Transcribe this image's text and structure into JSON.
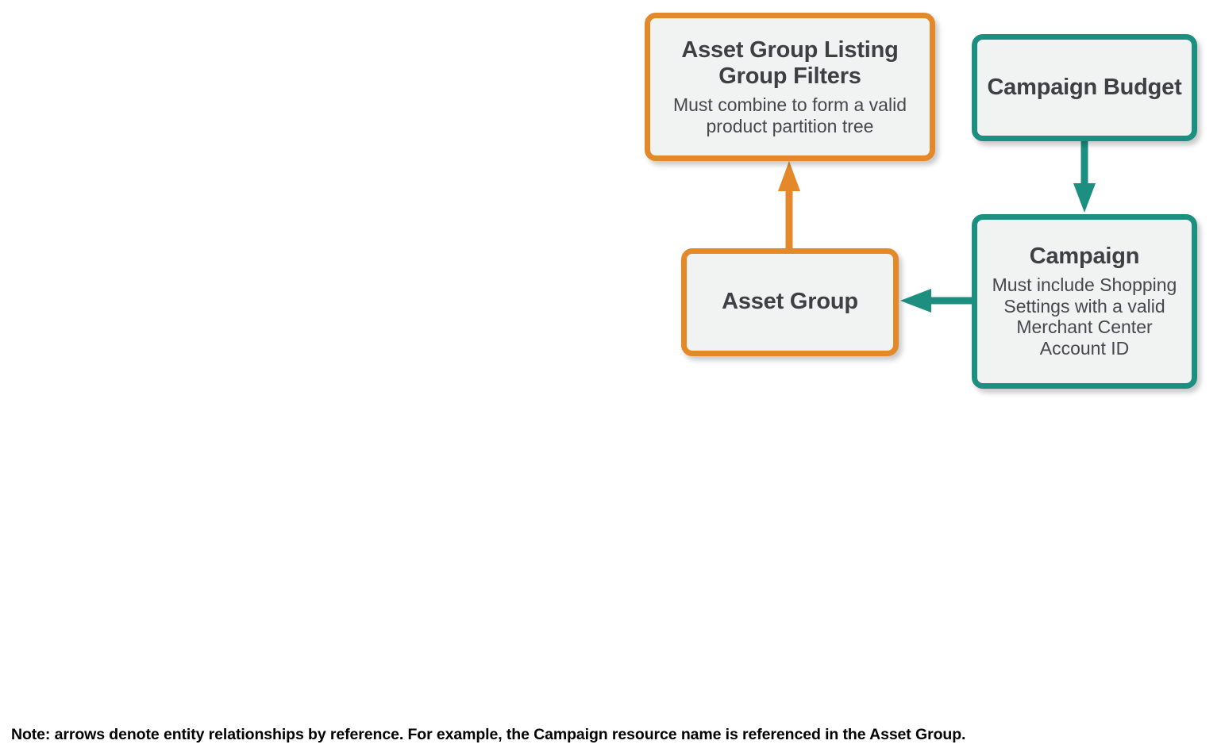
{
  "diagram": {
    "colors": {
      "orange": "#e3892a",
      "teal": "#1d8f80",
      "node_fill": "#f1f3f2",
      "title_text": "#3c4043",
      "sub_text": "#44484b",
      "note_text": "#000000",
      "background": "#ffffff"
    },
    "nodes": [
      {
        "id": "asset-group-listing-group-filters",
        "title": "Asset Group Listing Group Filters",
        "subtitle": "Must combine to form a valid product partition tree",
        "color": "orange"
      },
      {
        "id": "campaign-budget",
        "title": "Campaign Budget",
        "subtitle": "",
        "color": "teal"
      },
      {
        "id": "asset-group",
        "title": "Asset Group",
        "subtitle": "",
        "color": "orange"
      },
      {
        "id": "campaign",
        "title": "Campaign",
        "subtitle": "Must include Shopping Settings with a valid Merchant Center Account ID",
        "color": "teal"
      }
    ],
    "edges": [
      {
        "id": "asset-group-to-listing-group-filters",
        "from": "asset-group",
        "to": "asset-group-listing-group-filters",
        "direction": "up",
        "color": "orange"
      },
      {
        "id": "campaign-budget-to-campaign",
        "from": "campaign-budget",
        "to": "campaign",
        "direction": "down",
        "color": "teal"
      },
      {
        "id": "campaign-to-asset-group",
        "from": "campaign",
        "to": "asset-group",
        "direction": "left",
        "color": "teal"
      }
    ],
    "note": "Note: arrows denote entity relationships by reference. For example, the Campaign resource name is referenced in the Asset Group."
  }
}
